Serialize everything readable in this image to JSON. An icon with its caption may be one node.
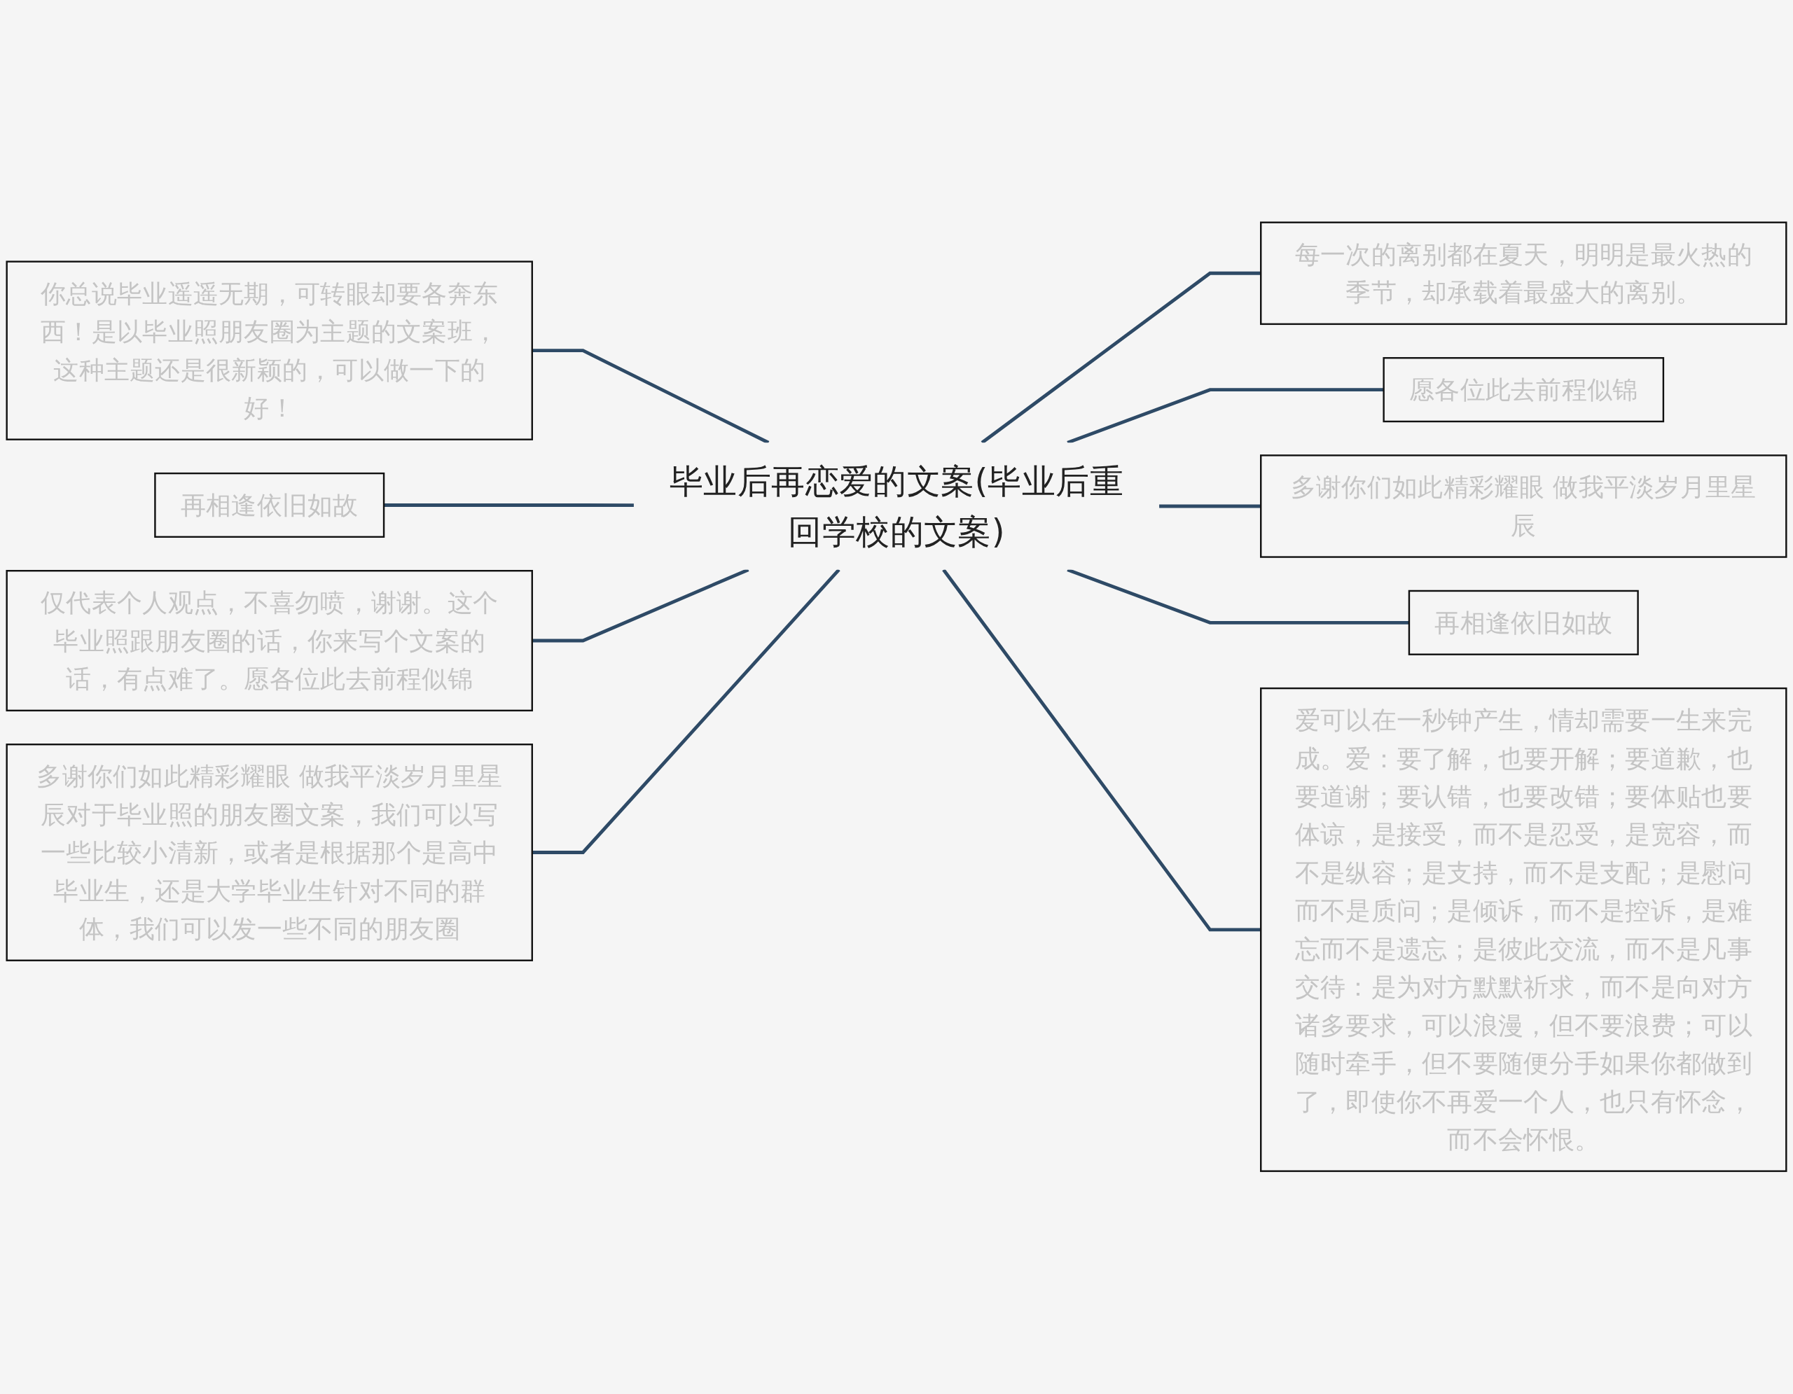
{
  "diagram": {
    "nodes": [
      {
        "text": [
          "毕业后再恋爱的文案(毕业后重回学校的文案)"
        ]
      },
      {
        "text": [
          "你总说毕业遥遥无期，可转眼却要各奔东西！是以毕业照朋友圈为主题的文案班，这种主题还是很新颖的，可以做一下的好！"
        ]
      },
      {
        "text": [
          "再相逢依旧如故"
        ]
      },
      {
        "text": [
          "仅代表个人观点，不喜勿喷，谢谢。这个毕业照跟朋友圈的话，你来写个文案的话，有点难了。愿各位此去前程似锦"
        ]
      },
      {
        "text": [
          "多谢你们如此精彩耀眼 做我平淡岁月里星辰对于毕业照的朋友圈文案，我们可以写一些比较小清新，或者是根据那个是高中毕业生，还是大学毕业生针对不同的群体，我们可以发一些不同的朋友圈"
        ]
      },
      {
        "text": [
          "每一次的离别都在夏天，明明是最火热的季节，却承载着最盛大的离别。"
        ]
      },
      {
        "text": [
          "愿各位此去前程似锦"
        ]
      },
      {
        "text": [
          "多谢你们如此精彩耀眼 做我平淡岁月里星辰"
        ]
      },
      {
        "text": [
          "再相逢依旧如故"
        ]
      },
      {
        "text": [
          "爱可以在一秒钟产生，情却需要一生来完成。爱：要了解，也要开解；要道歉，也要道谢；要认错，也要改错；要体贴也要体谅，是接受，而不是忍受，是宽容，而不是纵容；是支持，而不是支配；是慰问而不是质问；是倾诉，而不是控诉，是难忘而不是遗忘；是彼此交流，而不是凡事交待：是为对方默默祈求，而不是向对方诸多要求，可以浪漫，但不要浪费；可以随时牵手，但不要随便分手如果你都做到了，即使你不再爱一个人，也只有怀念，而不会怀恨。"
        ]
      }
    ],
    "edges": [
      {
        "from": 0,
        "to": 1,
        "arrow": "none"
      },
      {
        "from": 0,
        "to": 2,
        "arrow": "none"
      },
      {
        "from": 0,
        "to": 3,
        "arrow": "none"
      },
      {
        "from": 0,
        "to": 4,
        "arrow": "none"
      },
      {
        "from": 0,
        "to": 5,
        "arrow": "none"
      },
      {
        "from": 0,
        "to": 6,
        "arrow": "none"
      },
      {
        "from": 0,
        "to": 7,
        "arrow": "none"
      },
      {
        "from": 0,
        "to": 8,
        "arrow": "none"
      },
      {
        "from": 0,
        "to": 9,
        "arrow": "none"
      }
    ]
  }
}
